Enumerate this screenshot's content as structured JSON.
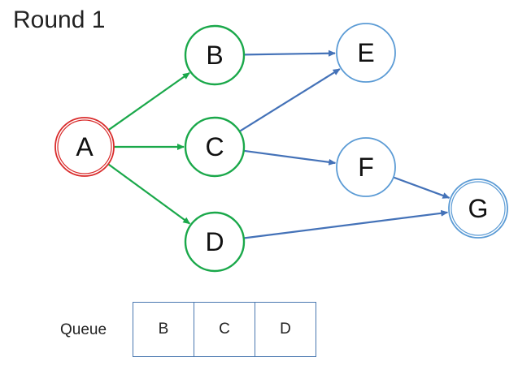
{
  "title": "Round 1",
  "colors": {
    "visited_green": "#1aa84a",
    "start_red": "#d92b2b",
    "unvisited_blue": "#5b9bd5",
    "edge_blue": "#4472b8"
  },
  "nodes": [
    {
      "id": "A",
      "label": "A",
      "state": "start"
    },
    {
      "id": "B",
      "label": "B",
      "state": "queued"
    },
    {
      "id": "C",
      "label": "C",
      "state": "queued"
    },
    {
      "id": "D",
      "label": "D",
      "state": "queued"
    },
    {
      "id": "E",
      "label": "E",
      "state": "unvisited"
    },
    {
      "id": "F",
      "label": "F",
      "state": "unvisited"
    },
    {
      "id": "G",
      "label": "G",
      "state": "unvisited"
    }
  ],
  "edges": [
    {
      "from": "A",
      "to": "B",
      "state": "explored"
    },
    {
      "from": "A",
      "to": "C",
      "state": "explored"
    },
    {
      "from": "A",
      "to": "D",
      "state": "explored"
    },
    {
      "from": "B",
      "to": "E",
      "state": "unexplored"
    },
    {
      "from": "C",
      "to": "E",
      "state": "unexplored"
    },
    {
      "from": "C",
      "to": "F",
      "state": "unexplored"
    },
    {
      "from": "F",
      "to": "G",
      "state": "unexplored"
    },
    {
      "from": "D",
      "to": "G",
      "state": "unexplored"
    }
  ],
  "queue": {
    "label": "Queue",
    "items": [
      "B",
      "C",
      "D"
    ]
  }
}
